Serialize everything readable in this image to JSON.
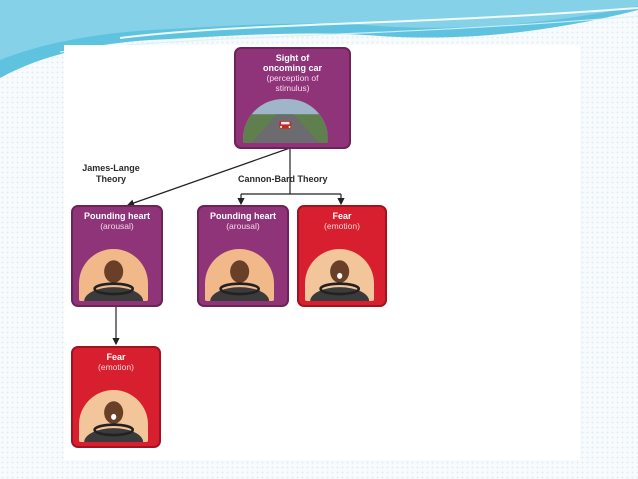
{
  "top_box": {
    "title_line1": "Sight of",
    "title_line2": "oncoming car",
    "sub_line1": "(perception of",
    "sub_line2": "stimulus)"
  },
  "james_lange": {
    "label_line1": "James-Lange",
    "label_line2": "Theory",
    "arousal_box": {
      "title": "Pounding heart",
      "sub": "(arousal)"
    },
    "emotion_box": {
      "title": "Fear",
      "sub": "(emotion)"
    }
  },
  "cannon_bard": {
    "label": "Cannon-Bard Theory",
    "arousal_box": {
      "title": "Pounding heart",
      "sub": "(arousal)"
    },
    "emotion_box": {
      "title": "Fear",
      "sub": "(emotion)"
    }
  },
  "colors": {
    "arousal_box": "#8f3479",
    "emotion_box": "#d71f2f",
    "header_wave": "#5fc3e0"
  }
}
